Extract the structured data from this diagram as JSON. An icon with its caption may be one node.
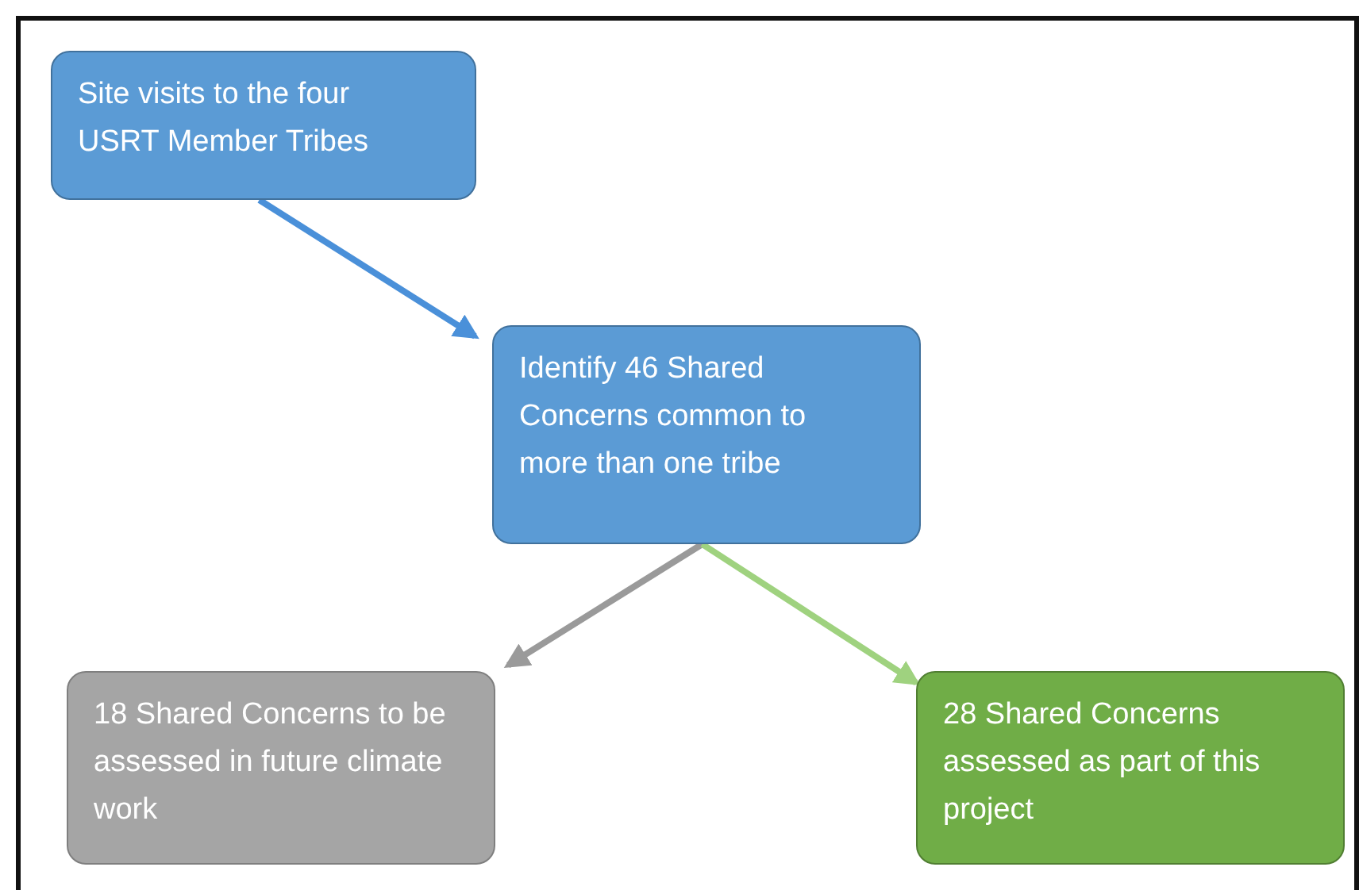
{
  "diagram": {
    "nodes": [
      {
        "text": [
          "Site visits to the four USRT Member Tribes"
        ]
      },
      {
        "text": [
          "Identify 46 Shared Concerns common to more than one tribe"
        ]
      },
      {
        "text": [
          "18 Shared Concerns to be assessed in future climate work"
        ]
      },
      {
        "text": [
          "28 Shared Concerns assessed as part of this project"
        ]
      }
    ],
    "edges": [
      {
        "from": 0,
        "to": 1,
        "arrow": "to",
        "color": "#4a90d9"
      },
      {
        "from": 1,
        "to": 2,
        "arrow": "to",
        "color": "#9a9a9a"
      },
      {
        "from": 1,
        "to": 3,
        "arrow": "to",
        "color": "#9fd27f"
      }
    ]
  }
}
